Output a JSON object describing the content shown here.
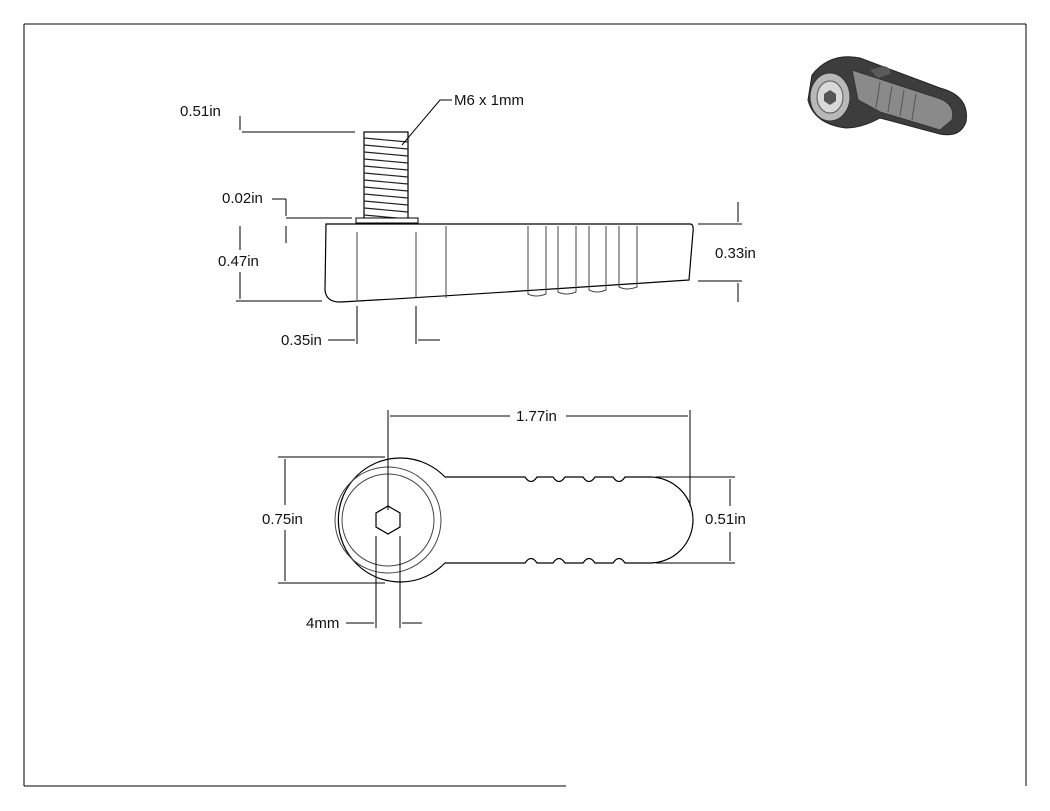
{
  "drawing": {
    "side_view": {
      "thread_label": "M6 x 1mm",
      "stud_length": "0.51in",
      "shoulder_height": "0.02in",
      "body_height": "0.47in",
      "tip_height": "0.33in",
      "boss_width": "0.35in"
    },
    "top_view": {
      "overall_length": "1.77in",
      "head_diameter": "0.75in",
      "handle_width": "0.51in",
      "hex_size": "4mm"
    },
    "colors": {
      "line": "#000000",
      "part_fill": "#ffffff",
      "iso_dark": "#3d3d3d",
      "iso_light": "#8a8a8a"
    }
  }
}
